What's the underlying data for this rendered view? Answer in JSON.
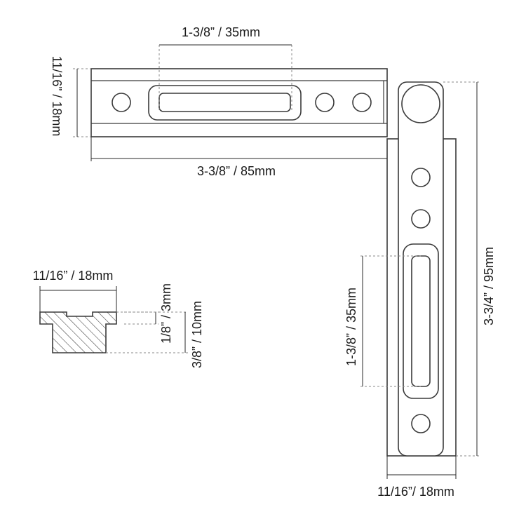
{
  "dimensions": {
    "top_slot_length": "1-3/8” / 35mm",
    "top_bar_height": "11/16” / 18mm",
    "top_bar_length": "3-3/8” / 85mm",
    "side_bar_length": "3-3/4” / 95mm",
    "side_slot_length": "1-3/8” / 35mm",
    "side_bar_width": "11/16”/ 18mm",
    "profile_width": "11/16” / 18mm",
    "profile_lip": "1/8” / 3mm",
    "profile_height": "3/8” / 10mm"
  },
  "colors": {
    "outline": "#3a3a3a",
    "dimension": "#2a2a2a",
    "dashed": "#8a8a8a"
  }
}
